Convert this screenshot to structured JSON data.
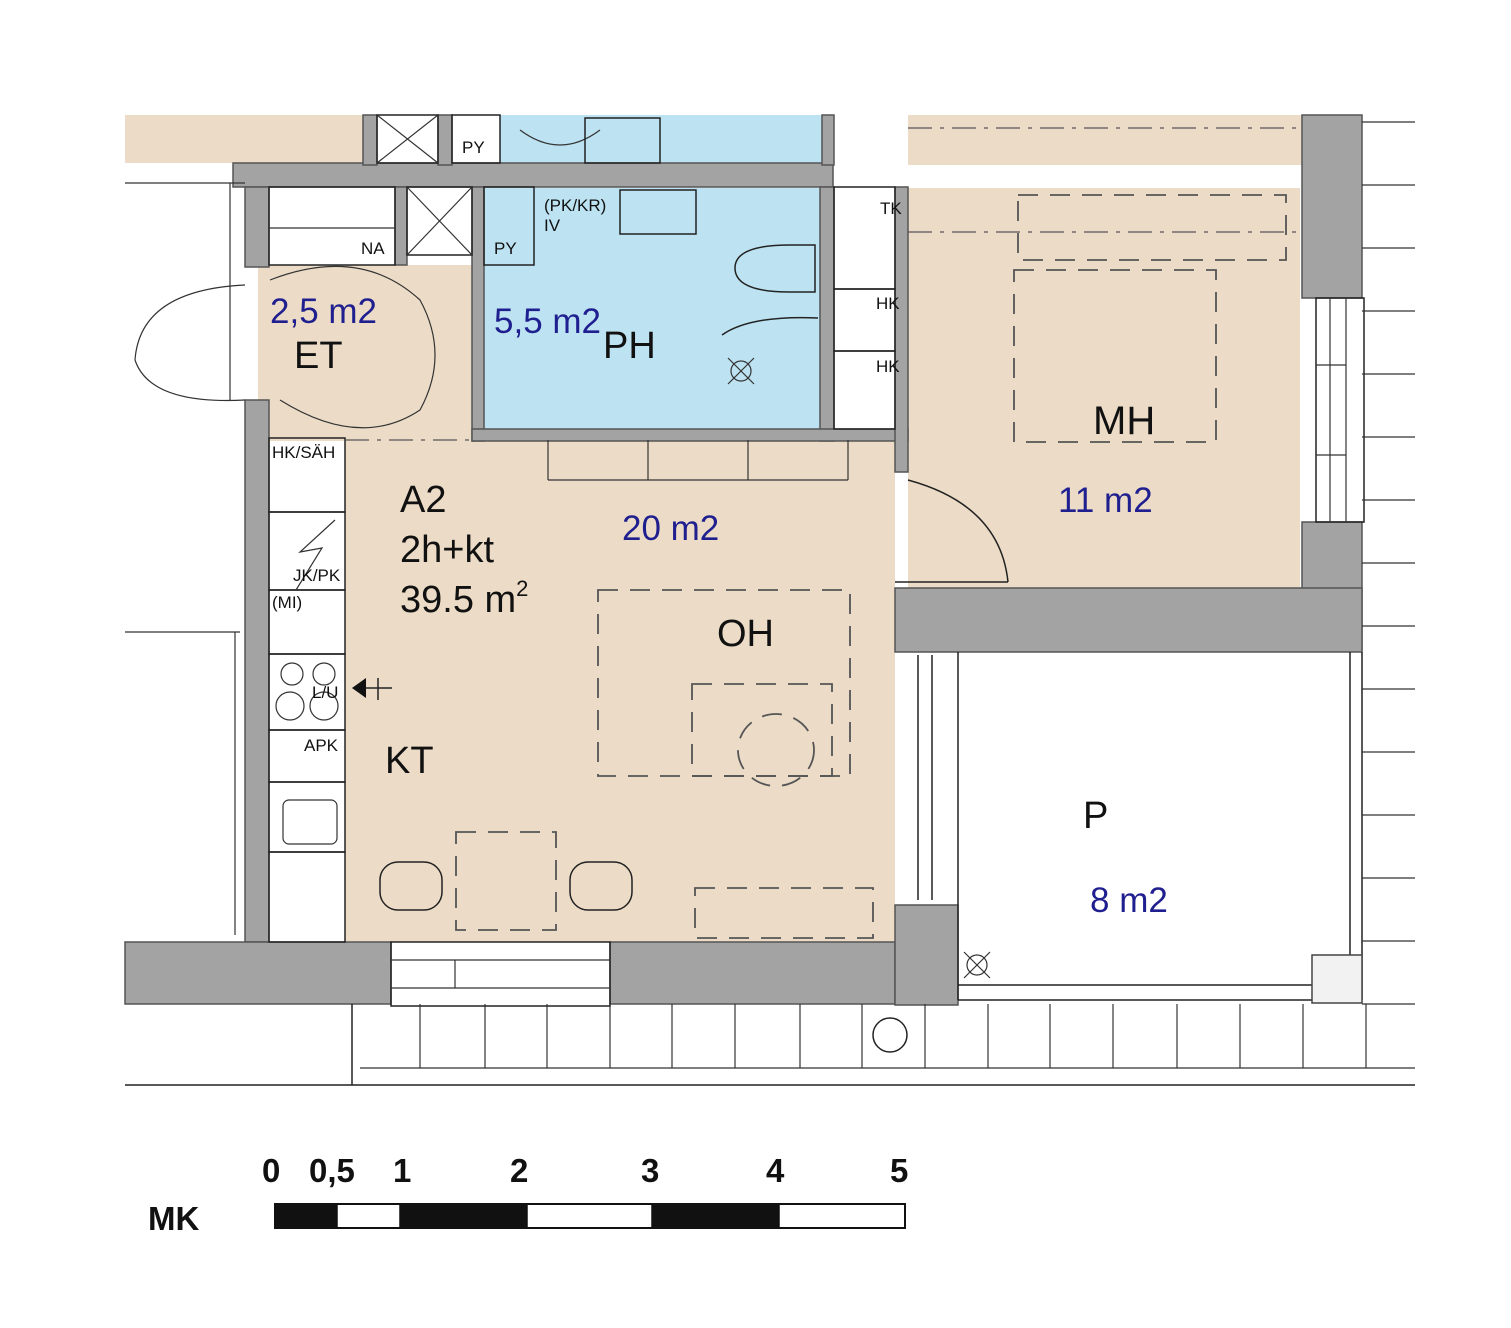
{
  "apartment": {
    "id": "A2",
    "type": "2h+kt",
    "area_value": "39.5 m",
    "area_superscript": "2"
  },
  "rooms": {
    "et": {
      "label": "ET",
      "area": "2,5 m2"
    },
    "ph": {
      "label": "PH",
      "area": "5,5 m2"
    },
    "mh": {
      "label": "MH",
      "area": "11 m2"
    },
    "oh": {
      "label": "OH",
      "area": "20 m2"
    },
    "kt": {
      "label": "KT"
    },
    "p": {
      "label": "P",
      "area": "8 m2"
    }
  },
  "fixtures": {
    "py_top": "PY",
    "py_inner": "PY",
    "na": "NA",
    "pk_kr": "(PK/KR)",
    "iv": "IV",
    "tk": "TK",
    "hk_1": "HK",
    "hk_2": "HK",
    "hk_sah": "HK/SÄH",
    "jk_pk": "JK/PK",
    "mi": "(MI)",
    "lu": "L/U",
    "apk": "APK"
  },
  "scale_bar": {
    "label": "MK",
    "ticks": [
      "0",
      "0,5",
      "1",
      "2",
      "3",
      "4",
      "5"
    ]
  },
  "colors": {
    "room_fill": "#ecdcc7",
    "bathroom_fill": "#bde3f2",
    "wall_fill": "#a3a3a3",
    "area_text": "#1f1f8f"
  }
}
